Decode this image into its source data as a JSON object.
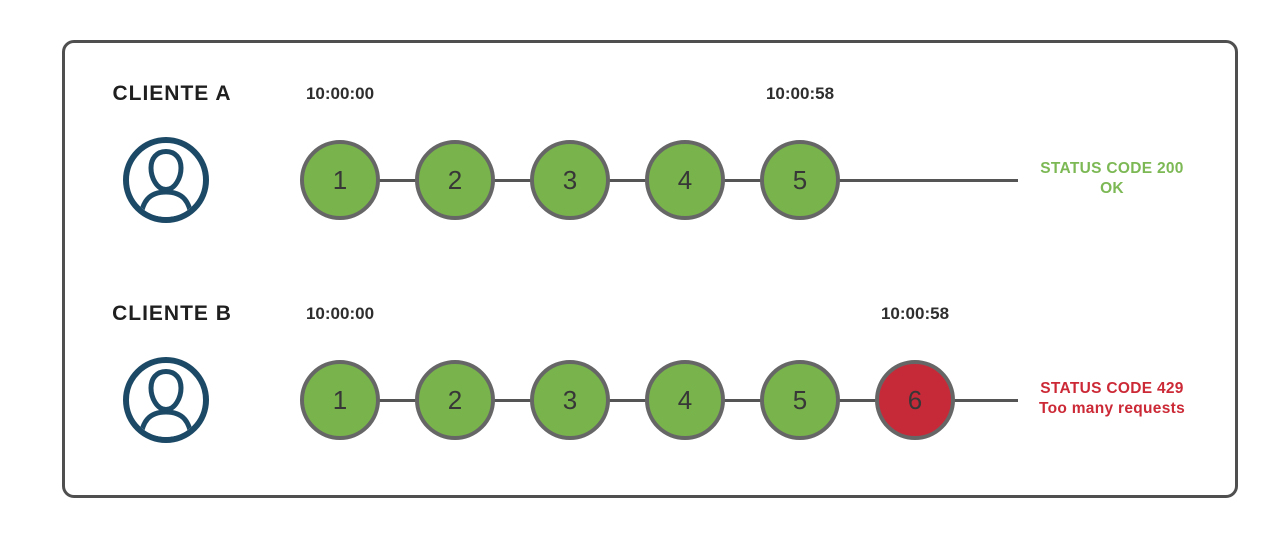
{
  "clients": [
    {
      "name": "CLIENTE A",
      "start_time": "10:00:00",
      "end_time": "10:00:58",
      "requests": [
        {
          "label": "1",
          "state": "ok"
        },
        {
          "label": "2",
          "state": "ok"
        },
        {
          "label": "3",
          "state": "ok"
        },
        {
          "label": "4",
          "state": "ok"
        },
        {
          "label": "5",
          "state": "ok"
        }
      ],
      "status": {
        "line1": "STATUS CODE 200",
        "line2": "OK",
        "type": "ok"
      }
    },
    {
      "name": "CLIENTE B",
      "start_time": "10:00:00",
      "end_time": "10:00:58",
      "requests": [
        {
          "label": "1",
          "state": "ok"
        },
        {
          "label": "2",
          "state": "ok"
        },
        {
          "label": "3",
          "state": "ok"
        },
        {
          "label": "4",
          "state": "ok"
        },
        {
          "label": "5",
          "state": "ok"
        },
        {
          "label": "6",
          "state": "blocked"
        }
      ],
      "status": {
        "line1": "STATUS CODE 429",
        "line2": "Too many requests",
        "type": "error"
      }
    }
  ],
  "icons": {
    "avatar": "user-avatar-icon"
  },
  "colors": {
    "frame": "#4f4f4f",
    "line": "#555555",
    "circle_border": "#666666",
    "request_ok": "#79b34c",
    "request_blocked": "#c62a39",
    "status_ok_text": "#7cb854",
    "status_error_text": "#cc2936",
    "avatar": "#1c4966"
  }
}
